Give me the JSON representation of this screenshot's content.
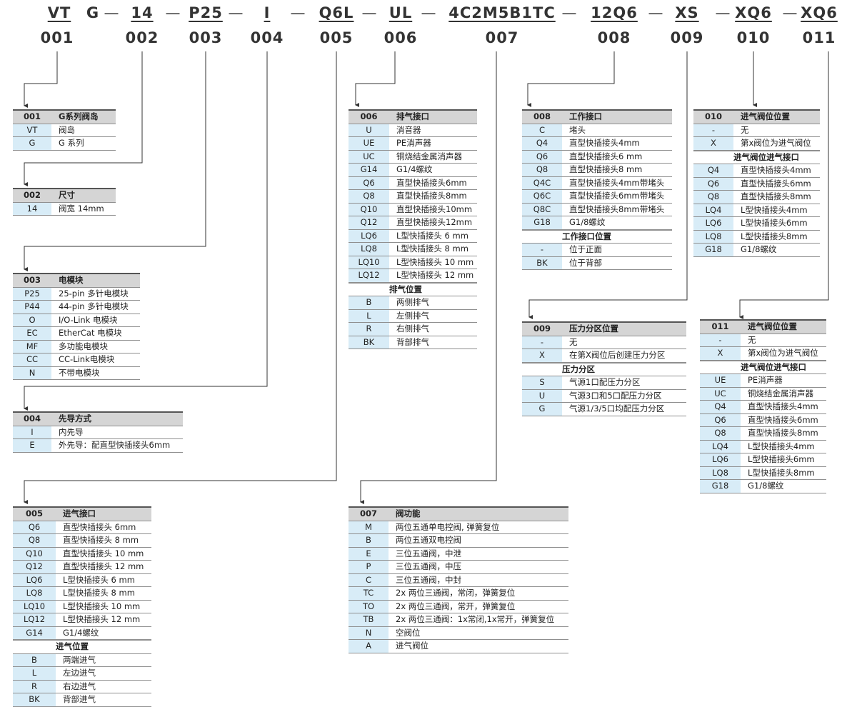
{
  "header": {
    "codes": [
      "VT",
      "G",
      "14",
      "P25",
      "I",
      "Q6L",
      "UL",
      "4C2M5B1TC",
      "12Q6",
      "XS",
      "XQ6",
      "XQ6"
    ],
    "numbers": [
      "001",
      "002",
      "003",
      "004",
      "005",
      "006",
      "007",
      "008",
      "009",
      "010",
      "011"
    ],
    "dash": "—"
  },
  "tables": [
    {
      "id": "001",
      "title": "G系列阀岛",
      "sections": [
        {
          "header": "",
          "rows": [
            [
              "VT",
              "阀岛"
            ],
            [
              "G",
              "G 系列"
            ]
          ]
        }
      ]
    },
    {
      "id": "002",
      "title": "尺寸",
      "sections": [
        {
          "header": "",
          "rows": [
            [
              "14",
              "阀宽 14mm"
            ]
          ]
        }
      ]
    },
    {
      "id": "003",
      "title": "电模块",
      "sections": [
        {
          "header": "",
          "rows": [
            [
              "P25",
              "25-pin 多针电模块"
            ],
            [
              "P44",
              "44-pin 多针电模块"
            ],
            [
              "O",
              "I/O-Link 电模块"
            ],
            [
              "EC",
              "EtherCat 电模块"
            ],
            [
              "MF",
              "多功能电模块"
            ],
            [
              "CC",
              "CC-Link电模块"
            ],
            [
              "N",
              "不带电模块"
            ]
          ]
        }
      ]
    },
    {
      "id": "004",
      "title": "先导方式",
      "sections": [
        {
          "header": "",
          "rows": [
            [
              "I",
              "内先导"
            ],
            [
              "E",
              "外先导：配直型快插接头6mm"
            ]
          ]
        }
      ]
    },
    {
      "id": "005",
      "title": "进气接口",
      "sections": [
        {
          "header": "",
          "rows": [
            [
              "Q6",
              "直型快插接头 6mm"
            ],
            [
              "Q8",
              "直型快插接头 8 mm"
            ],
            [
              "Q10",
              "直型快插接头 10 mm"
            ],
            [
              "Q12",
              "直型快插接头 12 mm"
            ],
            [
              "LQ6",
              "L型快插接头 6 mm"
            ],
            [
              "LQ8",
              "L型快插接头 8 mm"
            ],
            [
              "LQ10",
              "L型快插接头 10 mm"
            ],
            [
              "LQ12",
              "L型快插接头 12 mm"
            ],
            [
              "G14",
              "G1/4螺纹"
            ]
          ]
        },
        {
          "header": "进气位置",
          "rows": [
            [
              "B",
              "两端进气"
            ],
            [
              "L",
              "左边进气"
            ],
            [
              "R",
              "右边进气"
            ],
            [
              "BK",
              "背部进气"
            ]
          ]
        }
      ]
    },
    {
      "id": "006",
      "title": "排气接口",
      "sections": [
        {
          "header": "",
          "rows": [
            [
              "U",
              "消音器"
            ],
            [
              "UE",
              "PE消声器"
            ],
            [
              "UC",
              "铜烧结金属消声器"
            ],
            [
              "G14",
              "G1/4螺纹"
            ],
            [
              "Q6",
              "直型快插接头6mm"
            ],
            [
              "Q8",
              "直型快插接头8mm"
            ],
            [
              "Q10",
              "直型快插接头10mm"
            ],
            [
              "Q12",
              "直型快插接头12mm"
            ],
            [
              "LQ6",
              "L型快插接头 6 mm"
            ],
            [
              "LQ8",
              "L型快插接头 8 mm"
            ],
            [
              "LQ10",
              "L型快插接头 10 mm"
            ],
            [
              "LQ12",
              "L型快插接头 12 mm"
            ]
          ]
        },
        {
          "header": "排气位置",
          "rows": [
            [
              "B",
              "两侧排气"
            ],
            [
              "L",
              "左侧排气"
            ],
            [
              "R",
              "右侧排气"
            ],
            [
              "BK",
              "背部排气"
            ]
          ]
        }
      ]
    },
    {
      "id": "007",
      "title": "阀功能",
      "sections": [
        {
          "header": "",
          "rows": [
            [
              "M",
              "两位五通单电控阀, 弹簧复位"
            ],
            [
              "B",
              "两位五通双电控阀"
            ],
            [
              "E",
              "三位五通阀，中泄"
            ],
            [
              "P",
              "三位五通阀，中压"
            ],
            [
              "C",
              "三位五通阀，中封"
            ],
            [
              "TC",
              "2x 两位三通阀，常闭，弹簧复位"
            ],
            [
              "TO",
              "2x 两位三通阀，常开，弹簧复位"
            ],
            [
              "TB",
              "2x 两位三通阀：1x常闭,1x常开，弹簧复位"
            ],
            [
              "N",
              "空阀位"
            ],
            [
              "A",
              "进气阀位"
            ]
          ]
        }
      ]
    },
    {
      "id": "008",
      "title": "工作接口",
      "sections": [
        {
          "header": "",
          "rows": [
            [
              "C",
              "堵头"
            ],
            [
              "Q4",
              "直型快插接头4mm"
            ],
            [
              "Q6",
              "直型快插接头6 mm"
            ],
            [
              "Q8",
              "直型快插接头8 mm"
            ],
            [
              "Q4C",
              "直型快插接头4mm带堵头"
            ],
            [
              "Q6C",
              "直型快插接头6mm带堵头"
            ],
            [
              "Q8C",
              "直型快插接头8mm带堵头"
            ],
            [
              "G18",
              "G1/8螺纹"
            ]
          ]
        },
        {
          "header": "工作接口位置",
          "rows": [
            [
              "-",
              "位于正面"
            ],
            [
              "BK",
              "位于背部"
            ]
          ]
        }
      ]
    },
    {
      "id": "009",
      "title": "压力分区位置",
      "sections": [
        {
          "header": "",
          "rows": [
            [
              "-",
              "无"
            ],
            [
              "X",
              "在第X阀位后创建压力分区"
            ]
          ]
        },
        {
          "header": "压力分区",
          "rows": [
            [
              "S",
              "气源1口配压力分区"
            ],
            [
              "U",
              "气源3口和5口配压力分区"
            ],
            [
              "G",
              "气源1/3/5口均配压力分区"
            ]
          ]
        }
      ]
    },
    {
      "id": "010",
      "title": "进气阀位位置",
      "sections": [
        {
          "header": "",
          "rows": [
            [
              "-",
              "无"
            ],
            [
              "X",
              "第x阀位为进气阀位"
            ]
          ]
        },
        {
          "header": "进气阀位进气接口",
          "rows": [
            [
              "Q4",
              "直型快插接头4mm"
            ],
            [
              "Q6",
              "直型快插接头6mm"
            ],
            [
              "Q8",
              "直型快插接头8mm"
            ],
            [
              "LQ4",
              "L型快插接头4mm"
            ],
            [
              "LQ6",
              "L型快插接头6mm"
            ],
            [
              "LQ8",
              "L型快插接头8mm"
            ],
            [
              "G18",
              "G1/8螺纹"
            ]
          ]
        }
      ]
    },
    {
      "id": "011",
      "title": "进气阀位位置",
      "sections": [
        {
          "header": "",
          "rows": [
            [
              "-",
              "无"
            ],
            [
              "X",
              "第x阀位为进气阀位"
            ]
          ]
        },
        {
          "header": "进气阀位进气接口",
          "rows": [
            [
              "UE",
              "PE消声器"
            ],
            [
              "UC",
              "铜烧结金属消声器"
            ],
            [
              "Q4",
              "直型快插接头4mm"
            ],
            [
              "Q6",
              "直型快插接头6mm"
            ],
            [
              "Q8",
              "直型快插接头8mm"
            ],
            [
              "LQ4",
              "L型快插接头4mm"
            ],
            [
              "LQ6",
              "L型快插接头6mm"
            ],
            [
              "LQ8",
              "L型快插接头8mm"
            ],
            [
              "G18",
              "G1/8螺纹"
            ]
          ]
        }
      ]
    }
  ]
}
